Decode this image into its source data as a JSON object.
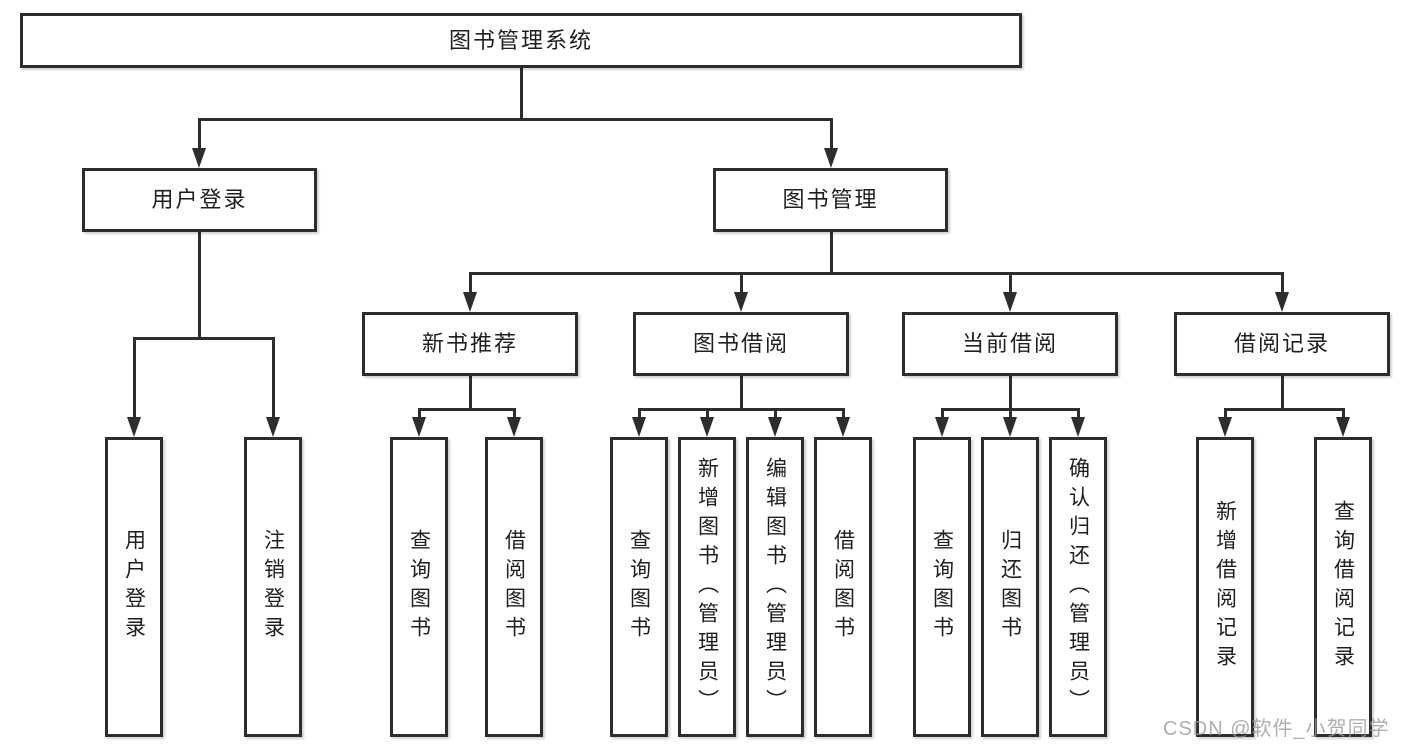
{
  "diagram": {
    "type": "hierarchy-tree",
    "root": {
      "label": "图书管理系统"
    },
    "branches": [
      {
        "label": "用户登录",
        "children": [
          {
            "label": "用户登录"
          },
          {
            "label": "注销登录"
          }
        ]
      },
      {
        "label": "图书管理",
        "children": [
          {
            "label": "新书推荐",
            "children": [
              {
                "label": "查询图书"
              },
              {
                "label": "借阅图书"
              }
            ]
          },
          {
            "label": "图书借阅",
            "children": [
              {
                "label": "查询图书"
              },
              {
                "label": "新增图书（管理员）"
              },
              {
                "label": "编辑图书（管理员）"
              },
              {
                "label": "借阅图书"
              }
            ]
          },
          {
            "label": "当前借阅",
            "children": [
              {
                "label": "查询图书"
              },
              {
                "label": "归还图书"
              },
              {
                "label": "确认归还（管理员）"
              }
            ]
          },
          {
            "label": "借阅记录",
            "children": [
              {
                "label": "新增借阅记录"
              },
              {
                "label": "查询借阅记录"
              }
            ]
          }
        ]
      }
    ]
  },
  "watermark": "CSDN @软件_小贺同学",
  "colors": {
    "line": "#2d2d2d",
    "text": "#1f1f1f",
    "background": "#ffffff",
    "watermark": "#9a9a9a"
  }
}
